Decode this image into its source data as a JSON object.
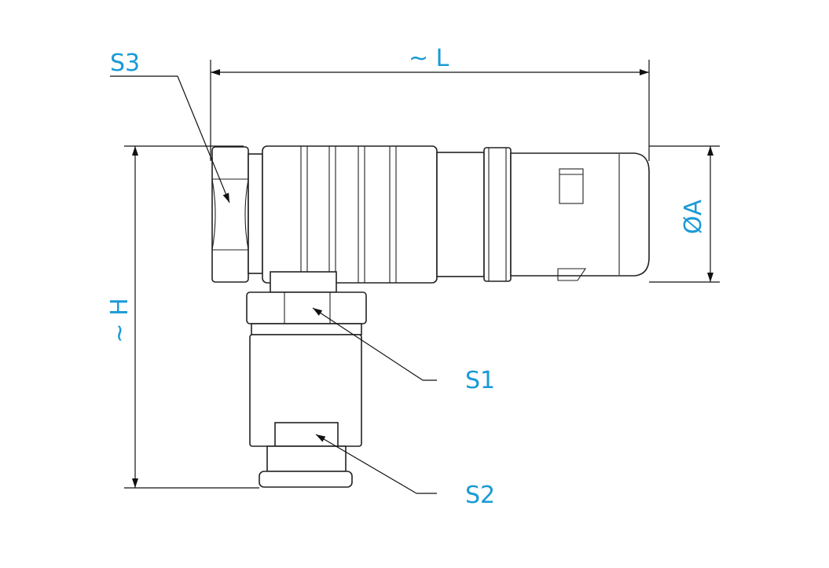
{
  "labels": {
    "length": "~ L",
    "height": "~ H",
    "diameter": "ØA",
    "s1": "S1",
    "s2": "S2",
    "s3": "S3"
  },
  "colors": {
    "label": "#1a9ad6",
    "line": "#222222",
    "background": "#ffffff"
  }
}
